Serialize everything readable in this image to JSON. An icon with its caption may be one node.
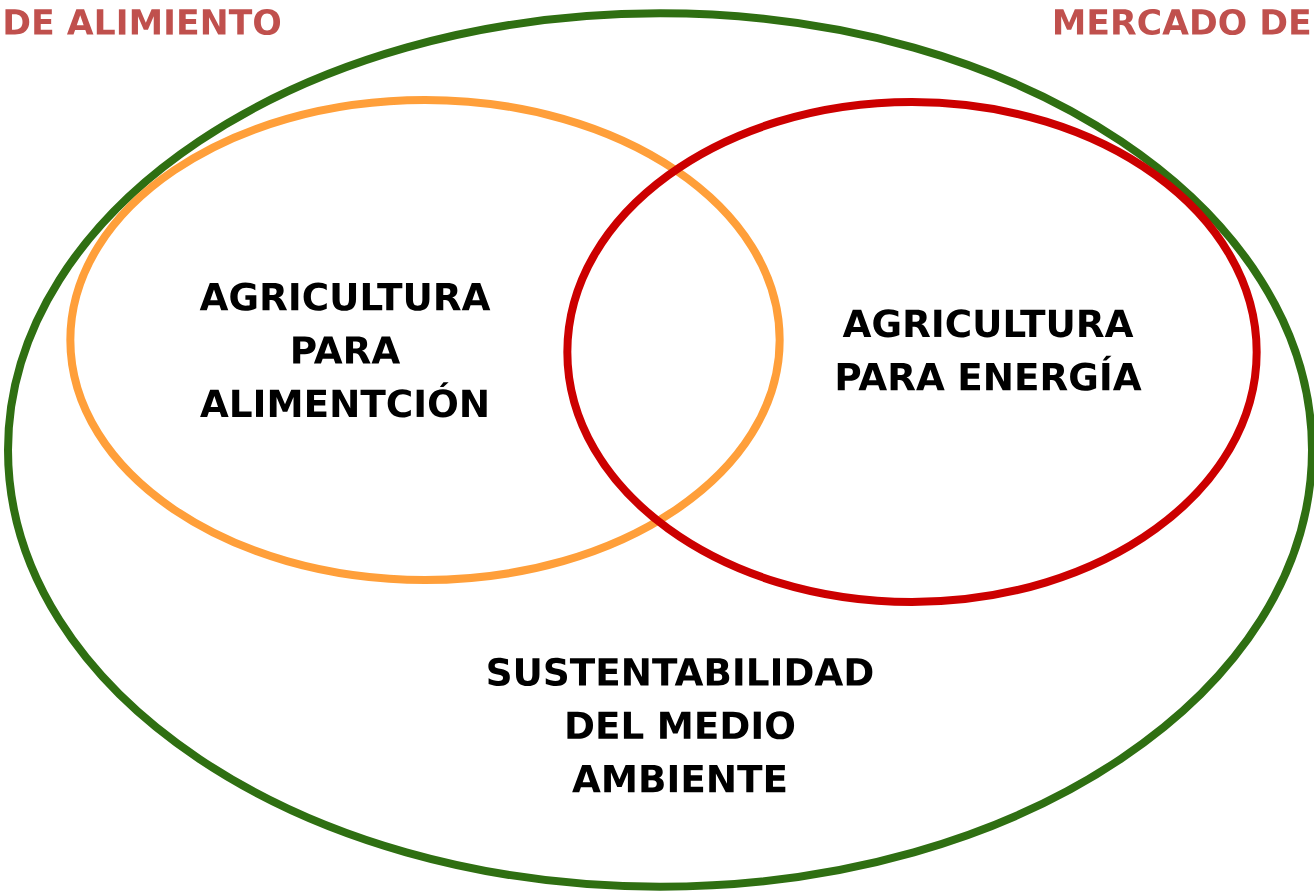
{
  "diagram": {
    "nodes": [
      {
        "text": [
          "SUSTENTABILIDAD DEL MEDIO AMBIENTE"
        ]
      },
      {
        "text": [
          "AGRICULTURA PARA ALIMENTCIÓN"
        ],
        "in": 0
      },
      {
        "text": [
          "AGRICULTURA PARA ENERGÍA"
        ],
        "in": 0
      }
    ],
    "labels": [
      "DE ALIMIENTO",
      "MERCADO DE"
    ]
  }
}
